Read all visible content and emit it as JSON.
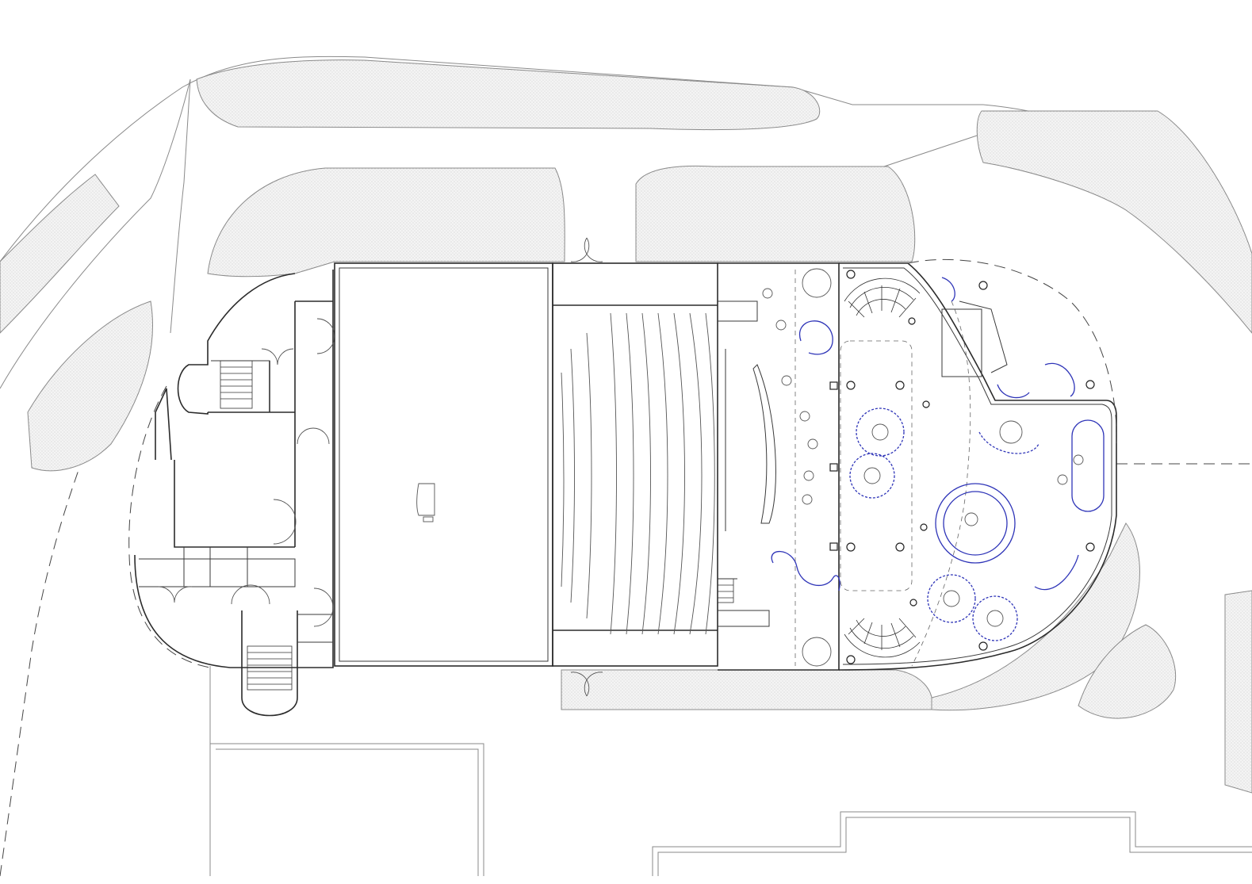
{
  "drawing": {
    "kind": "architectural-floor-plan",
    "colors": {
      "linework": "#2b2b2b",
      "site": "#8a8a8a",
      "landscape_fill": "#d9d9d9",
      "furniture_highlight": "#2f35b8",
      "background": "#ffffff"
    },
    "elements": [
      "site-boundary",
      "landscape-beds",
      "west-wing",
      "stage",
      "auditorium-seating",
      "foyer",
      "circular-cafe-wing",
      "spiral-stair",
      "grand-piano-icon",
      "planted-seating-islands"
    ]
  }
}
